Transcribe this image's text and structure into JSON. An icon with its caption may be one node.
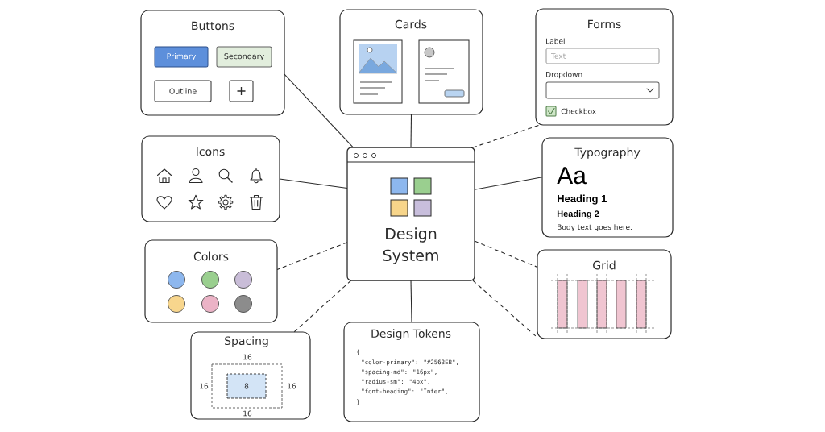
{
  "diagram": {
    "nodes": [
      {
        "text": [
          "Buttons"
        ]
      },
      {
        "text": [
          "Primary"
        ],
        "in": 0
      },
      {
        "text": [
          "Secondary"
        ],
        "in": 0
      },
      {
        "text": [
          "Outline"
        ],
        "in": 0
      },
      {
        "text": [
          "+"
        ],
        "in": 0
      },
      {
        "text": [
          "Cards"
        ]
      },
      {
        "text": [
          "Forms",
          "Label",
          "Dropdown",
          "Checkbox"
        ]
      },
      {
        "text": [
          "Text"
        ],
        "in": 6
      },
      {
        "text": [
          "Icons"
        ]
      },
      {
        "text": [
          "Design System"
        ]
      },
      {
        "text": [
          "Typography",
          "Aa",
          "Heading 1",
          "Heading 2",
          "Body text goes here."
        ]
      },
      {
        "text": [
          "Colors"
        ]
      },
      {
        "text": [
          "Grid"
        ]
      },
      {
        "text": [
          "Spacing",
          "16",
          "16",
          "16",
          "16"
        ]
      },
      {
        "text": [
          "8"
        ],
        "in": 13
      },
      {
        "text": [
          "Design Tokens",
          "{",
          "\"color-primary\": \"#2563EB\",",
          "\"spacing-md\": \"16px\",",
          "\"radius-sm\": \"4px\",",
          "\"font-heading\": \"Inter\",",
          "}"
        ]
      }
    ],
    "edges": [
      {
        "from": 9,
        "to": 0,
        "arrow": "none"
      },
      {
        "from": 9,
        "to": 5,
        "arrow": "none"
      },
      {
        "from": 9,
        "to": 6,
        "arrow": "none",
        "style": "dashed"
      },
      {
        "from": 9,
        "to": 8,
        "arrow": "none"
      },
      {
        "from": 9,
        "to": 10,
        "arrow": "none"
      },
      {
        "from": 9,
        "to": 11,
        "arrow": "none",
        "style": "dashed"
      },
      {
        "from": 9,
        "to": 12,
        "arrow": "none",
        "style": "dashed"
      },
      {
        "from": 9,
        "to": 13,
        "arrow": "none",
        "style": "dashed"
      },
      {
        "from": 9,
        "to": 15,
        "arrow": "none"
      },
      {
        "from": 9,
        "to": 12,
        "arrow": "none",
        "style": "dashed"
      }
    ]
  }
}
